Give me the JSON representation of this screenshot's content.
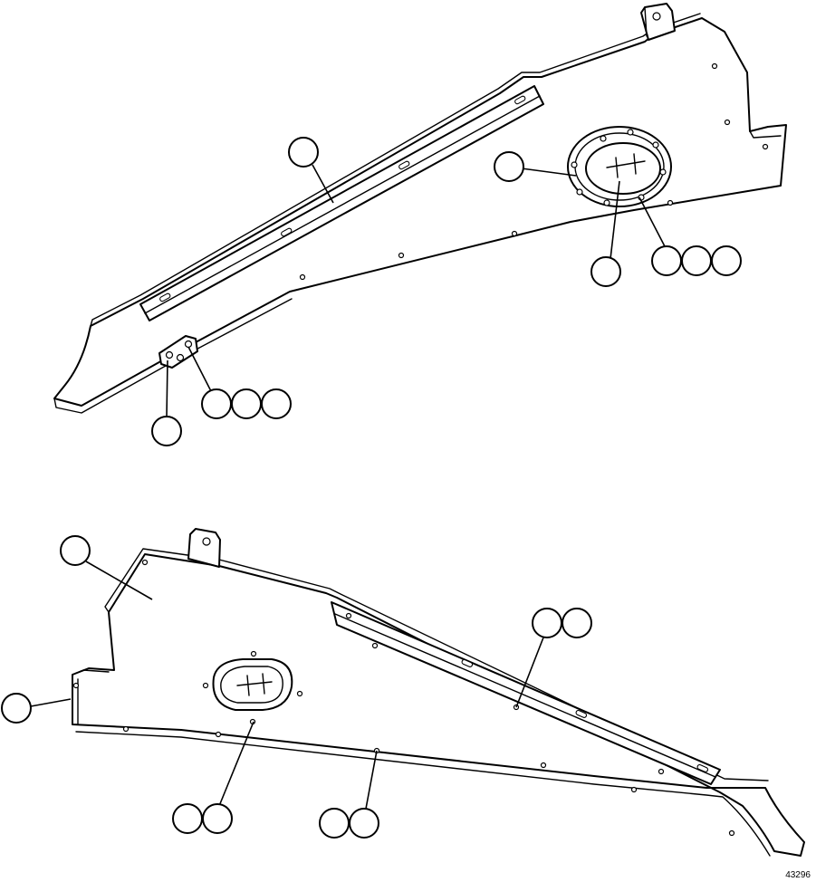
{
  "drawing": {
    "reference_number": "43296",
    "line_color": "#000000",
    "background_color": "#ffffff"
  },
  "callouts": {
    "upper": [
      {
        "id": "u-cover-label"
      },
      {
        "id": "u-plate-label"
      },
      {
        "id": "u-center-label"
      },
      {
        "id": "u-bolt-1"
      },
      {
        "id": "u-bolt-2"
      },
      {
        "id": "u-bolt-3"
      },
      {
        "id": "u-bracket-label"
      },
      {
        "id": "u-bracket-bolt-1"
      },
      {
        "id": "u-bracket-bolt-2"
      },
      {
        "id": "u-bracket-bolt-3"
      }
    ],
    "lower": [
      {
        "id": "l-panel-label"
      },
      {
        "id": "l-edge-label"
      },
      {
        "id": "l-rail-1"
      },
      {
        "id": "l-rail-2"
      },
      {
        "id": "l-port-1"
      },
      {
        "id": "l-port-2"
      },
      {
        "id": "l-edge-1"
      },
      {
        "id": "l-edge-2"
      }
    ]
  }
}
